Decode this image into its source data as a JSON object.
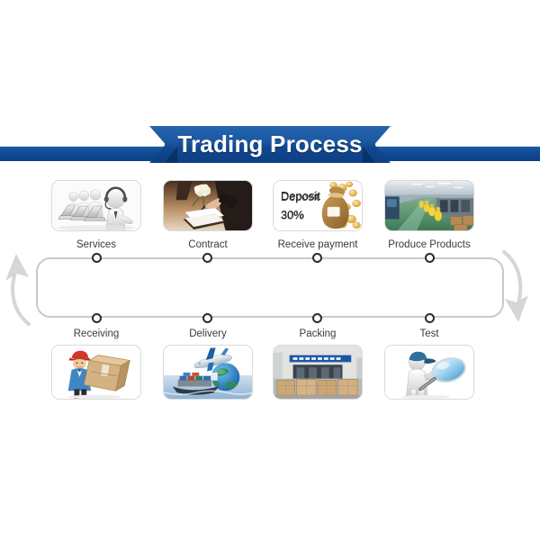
{
  "banner": {
    "title": "Trading Process",
    "bar_color": "#104a93",
    "ribbon_color": "#1a58a3",
    "ribbon_fold_color": "#0a3168",
    "title_color": "#ffffff"
  },
  "diagram": {
    "track_color": "#c9c9c9",
    "node_border_color": "#2b2b2b",
    "node_fill_color": "#ffffff",
    "arrow_color": "#d4d4d4",
    "caption_color": "#3a3a3a",
    "left_arrow_name": "curved-arrow-up-left",
    "right_arrow_name": "curved-arrow-down-right"
  },
  "top_steps": [
    {
      "label": "Services",
      "image_alt": "call-center-agents-with-headsets-at-laptops",
      "image_kind": "3d-white-figures"
    },
    {
      "label": "Contract",
      "image_alt": "person-in-suit-signing-document-with-flowers",
      "image_kind": "photo"
    },
    {
      "label": "Receive payment",
      "image_alt": "money-bag-with-gold-coins",
      "image_kind": "photo-with-text",
      "overlay_line1": "Deposit",
      "overlay_line2": "30%"
    },
    {
      "label": "Produce Products",
      "image_alt": "factory-production-line-with-green-floor",
      "image_kind": "photo"
    }
  ],
  "bottom_steps": [
    {
      "label": "Receiving",
      "image_alt": "courier-with-red-cap-carrying-cardboard-box",
      "image_kind": "illustration"
    },
    {
      "label": "Delivery",
      "image_alt": "airplane-cargo-ship-and-globe",
      "image_kind": "photo"
    },
    {
      "label": "Packing",
      "image_alt": "warehouse-building-with-wooden-crates",
      "image_kind": "photo"
    },
    {
      "label": "Test",
      "image_alt": "3d-white-figure-inspecting-with-magnifying-glass",
      "image_kind": "3d-white-figure"
    }
  ]
}
